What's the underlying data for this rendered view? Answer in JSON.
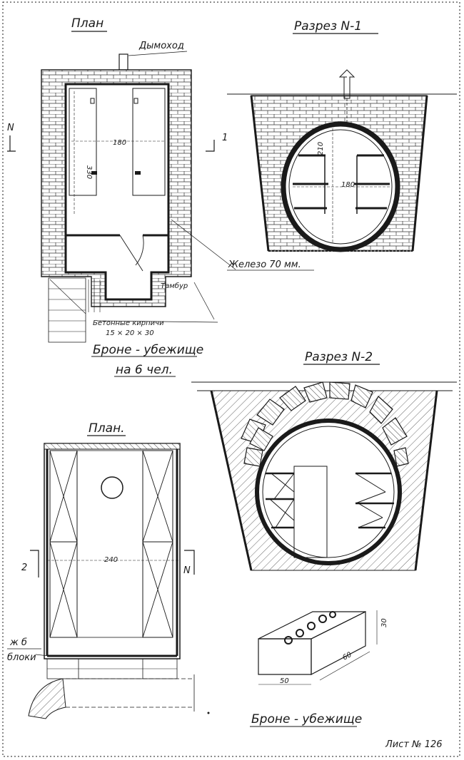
{
  "plan_top": {
    "title": "План",
    "chimney": "Дымоход",
    "north": "N",
    "section_mark": "1",
    "width_dim": "180",
    "length_dim": "330",
    "vestibule": "Тамбур",
    "bricks_line1": "Бетонные кирпичи",
    "bricks_line2": "15 × 20 × 30",
    "caption_line1": "Броне - убежище",
    "caption_line2": "на 6 чел."
  },
  "section_1": {
    "title": "Разрез N-1",
    "height_dim": "210",
    "width_dim": "180",
    "iron_label": "Железо  70 мм."
  },
  "plan_bottom": {
    "title": "План.",
    "width_dim": "240",
    "section_mark": "2",
    "north": "N",
    "blocks_line1": "ж б",
    "blocks_line2": "блоки"
  },
  "section_2": {
    "title": "Разрез N-2"
  },
  "block": {
    "dim_height": "30",
    "dim_length": "60",
    "dim_width": "50"
  },
  "footer": {
    "caption": "Броне - убежище",
    "sheet_number": "Лист № 126"
  }
}
